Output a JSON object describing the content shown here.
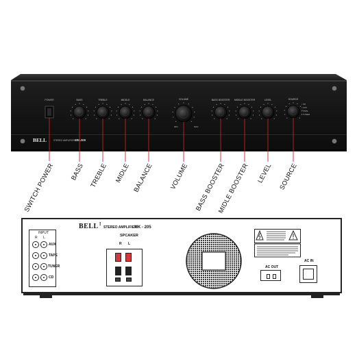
{
  "front_panel": {
    "brand": "BELL",
    "model_text": "STEREO AMPLIFIER",
    "model_number": "MK-205",
    "controls": [
      {
        "id": "power",
        "label": "POWER"
      },
      {
        "id": "bass",
        "label": "BASS"
      },
      {
        "id": "treble",
        "label": "TREBLE"
      },
      {
        "id": "middle",
        "label": "MIDDLE"
      },
      {
        "id": "balance",
        "label": "BALANCE"
      },
      {
        "id": "volume",
        "label": "VOLUME"
      },
      {
        "id": "bass_booster",
        "label": "BASS BOOSTER"
      },
      {
        "id": "middle_booster",
        "label": "MIDDLE BOOSTER"
      },
      {
        "id": "level",
        "label": "LEVEL"
      },
      {
        "id": "source",
        "label": "SOURCE"
      }
    ],
    "volume_scale": {
      "min": "MIN",
      "max": "MAX"
    },
    "source_options": [
      "CD",
      "AUX",
      "TAPE",
      "TUNER"
    ]
  },
  "callouts": [
    "SWITCH POWER",
    "BASS",
    "TREBLE",
    "MIDLE",
    "BALANCE",
    "VOLUME",
    "BASS BOOSTER",
    "MIDLE BOOSTER",
    "LEVEL",
    "SOURCE"
  ],
  "rear_panel": {
    "brand": "BELL",
    "title": "STEREO AMPLIFIER",
    "model_number": "MK - 205",
    "speaker_label": "SPCAKER",
    "speaker_channels": [
      "R",
      "L"
    ],
    "input_header": "INPUT",
    "input_channels": [
      "R",
      "L"
    ],
    "inputs": [
      "AUX",
      "TAPE",
      "TUNER",
      "CD"
    ],
    "ac_out_label": "AC OUT",
    "ac_in_label": "AC IN"
  },
  "colors": {
    "callout_line": "#cc2222",
    "terminal_red": "#d43a3a",
    "panel_black": "#141414"
  }
}
